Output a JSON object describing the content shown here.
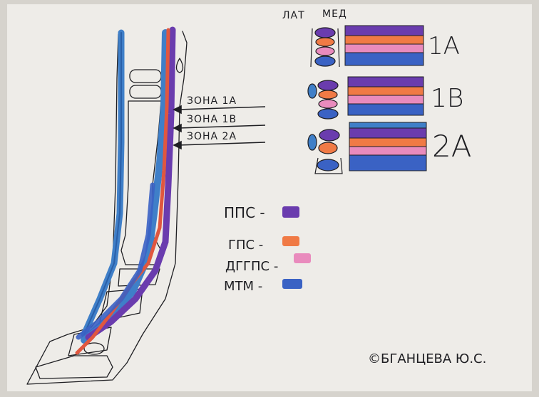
{
  "orientation": {
    "lateral": "ЛАТ",
    "medial": "МЕД"
  },
  "zones": [
    {
      "label": "ЗОНА 1А",
      "code": "1А"
    },
    {
      "label": "ЗОНА 1В",
      "code": "1В"
    },
    {
      "label": "ЗОНА 2А",
      "code": "2А"
    }
  ],
  "legend": [
    {
      "label": "ППС -",
      "color": "#6a3cae"
    },
    {
      "label": "ГПС -",
      "color": "#f07a45"
    },
    {
      "label": "ДГГПС -",
      "color": "#e98bbd"
    },
    {
      "label": "МТМ -",
      "color": "#3a62c4"
    }
  ],
  "credit": "©БГАНЦЕВА Ю.С.",
  "colors": {
    "paper": "#eeece8",
    "ink": "#1e1e22",
    "pps": "#6a3cae",
    "gps": "#f07a45",
    "dggps": "#e98bbd",
    "mtm": "#3a62c4",
    "blue_vessel": "#3f7fc8",
    "red_vessel": "#e0573f"
  }
}
